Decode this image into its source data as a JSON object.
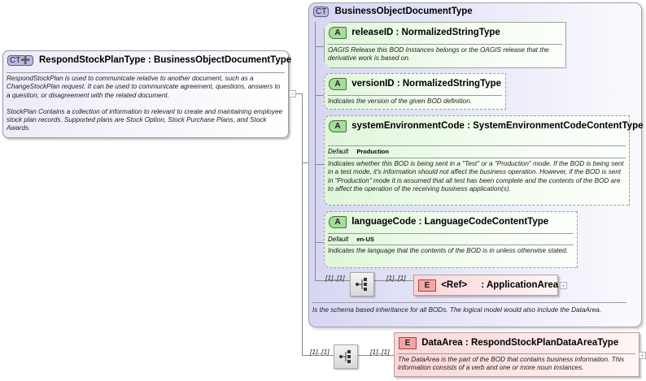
{
  "root": {
    "badge": "CT",
    "name": "RespondStockPlanType",
    "separator": " : ",
    "base": "BusinessObjectDocumentType",
    "doc1": "RespondStockPlan is used to communicate relative to another document, such as a ChangeStockPlan request. It can be used to communicate agreement, questions, answers to a question, or disagreement with the related document.",
    "doc2": "StockPlan  Contains a collection of information to relevant to create and maintaining employee stock plan records. Supported plans are Stock Option, Stock Purchase Plans, and Stock Awards.",
    "collapse_symbol": "−"
  },
  "base_type": {
    "badge": "CT",
    "name": "BusinessObjectDocumentType",
    "doc": "Is the schema based inheritance for all BODs. The logical model would also include the DataArea."
  },
  "attributes": [
    {
      "badge": "A",
      "name": "releaseID",
      "type": "NormalizedStringType",
      "required": true,
      "doc": "OAGIS Release this BOD Instances belongs or the OAGIS release that the derivative work is based on."
    },
    {
      "badge": "A",
      "name": "versionID",
      "type": "NormalizedStringType",
      "required": false,
      "doc": "Indicates the version of the given BOD definition."
    },
    {
      "badge": "A",
      "name": "systemEnvironmentCode",
      "type": "SystemEnvironmentCodeContentType",
      "required": false,
      "default_label": "Default",
      "default_value": "Production",
      "doc": "Indicates whether this BOD is being sent in a \"Test\" or a \"Production\" mode. If the BOD is being sent in a test mode, it's information should not affect the business operation. However, if the BOD is sent in \"Production\" mode it is assumed that all test has been complete and the contents of the BOD are to affect the operation of the receiving business application(s)."
    },
    {
      "badge": "A",
      "name": "languageCode",
      "type": "LanguageCodeContentType",
      "required": false,
      "default_label": "Default",
      "default_value": "en-US",
      "doc": "Indicates the language that the contents of the BOD is in unless otherwise stated."
    }
  ],
  "application_area": {
    "seq_cardinality": "[1]..[1]",
    "elem_cardinality": "[1]..[1]",
    "badge": "E",
    "ref_label": "<Ref>",
    "type": ": ApplicationArea",
    "expand_symbol": "+"
  },
  "data_area": {
    "seq_cardinality": "[1]..[1]",
    "elem_cardinality": "[1]..[1]",
    "badge": "E",
    "name": "DataArea",
    "separator": " : ",
    "type": "RespondStockPlanDataAreaType",
    "doc": "The DataArea is the part of the BOD that contains business information. This information consists of a verb and one or more noun instances.",
    "expand_symbol": "+"
  }
}
